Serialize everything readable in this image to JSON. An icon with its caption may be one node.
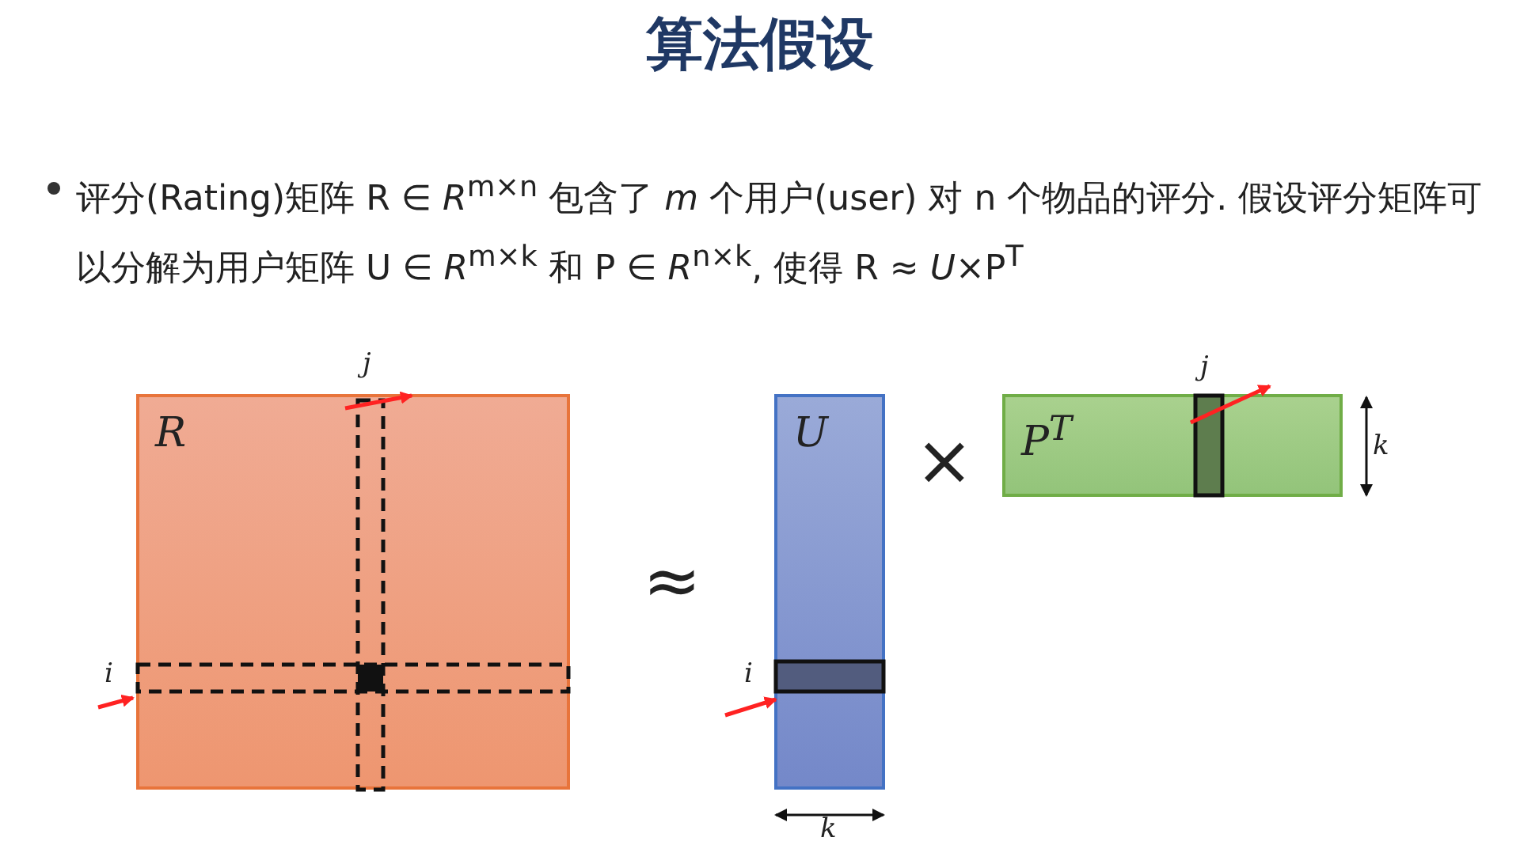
{
  "diagram": {
    "title": "算法假设",
    "nodes": [
      {
        "text": [
          "R"
        ]
      },
      {
        "text": [
          "U"
        ]
      },
      {
        "text": [
          "P$^{T}$"
        ]
      }
    ],
    "labels": [
      "评分(Rating)矩阵 R ∈ *R*$^{m×n}$ 包含了 *m* 个用户(user) 对 n 个物品的评分. 假设评分矩阵可以分解为用户矩阵 U ∈ *R*$^{m×k}$ 和 P ∈ *R*$^{n×k}$, 使得 R ≈ *U*×P$^{T}$",
      "j",
      "j",
      "k",
      "×",
      "≈",
      "i",
      "i",
      "k"
    ]
  }
}
